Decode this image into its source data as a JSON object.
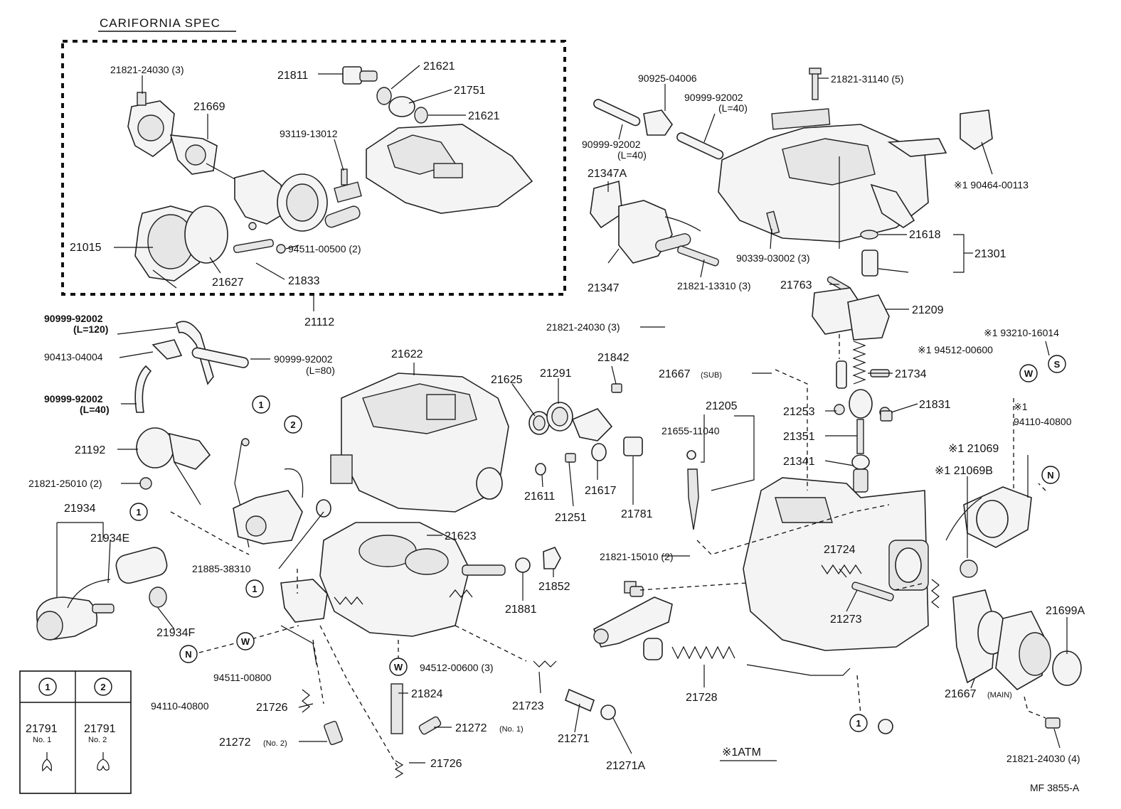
{
  "header": {
    "title": "CARIFORNIA SPEC"
  },
  "footer": {
    "code": "MF  3855-A",
    "note": "※1ATM"
  },
  "symbols": {
    "n": "N",
    "w": "W",
    "s": "S",
    "one": "1",
    "two": "2"
  },
  "callouts": {
    "c21821_24030_3_top": "21821-24030 (3)",
    "c21669": "21669",
    "c21811": "21811",
    "c21621_a": "21621",
    "c21751": "21751",
    "c21621_b": "21621",
    "c93119": "93119-13012",
    "c21015": "21015",
    "c94511_00500": "94511-00500 (2)",
    "c21627": "21627",
    "c21833": "21833",
    "c21112": "21112",
    "c90925": "90925-04006",
    "c90999_a": "90999-92002",
    "c90999_a_len": "(L=40)",
    "c90999_b": "90999-92002",
    "c90999_b_len": "(L=40)",
    "c21821_31140": "21821-31140 (5)",
    "c21347a": "21347A",
    "c21347": "21347",
    "c21821_13310": "21821-13310 (3)",
    "c90339": "90339-03002 (3)",
    "c90464": "※1 90464-00113",
    "c21618": "21618",
    "c21301": "21301",
    "c21763": "21763",
    "c21209": "21209",
    "c90999_120": "90999-92002",
    "c90999_120_len": "(L=120)",
    "c90413": "90413-04004",
    "c90999_80": "90999-92002",
    "c90999_80_len": "(L=80)",
    "c90999_40l": "90999-92002",
    "c90999_40l_len": "(L=40)",
    "c21192": "21192",
    "c21821_25010": "21821-25010 (2)",
    "c21622": "21622",
    "c21625": "21625",
    "c21291": "21291",
    "c21842": "21842",
    "c21821_24030_3_mid": "21821-24030 (3)",
    "c21667_sub": "21667",
    "c21667_sub_tag": "(SUB)",
    "c21734": "21734",
    "c93210": "※1 93210-16014",
    "c94512_600": "※1 94512-00600",
    "c21205": "21205",
    "c21655": "21655-11040",
    "c21253": "21253",
    "c21831": "21831",
    "c21351": "21351",
    "c21341": "21341",
    "c94110_top": "※1",
    "c94110_top_num": "94110-40800",
    "c21069": "※1 21069",
    "c21069b": "※1 21069B",
    "c21611": "21611",
    "c21617": "21617",
    "c21251": "21251",
    "c21781": "21781",
    "c21934": "21934",
    "c21934e": "21934E",
    "c21885": "21885-38310",
    "c21623": "21623",
    "c21852": "21852",
    "c21821_15010": "21821-15010 (2)",
    "c21724": "21724",
    "c21881": "21881",
    "c21273": "21273",
    "c21934f": "21934F",
    "c94511_00800": "94511-00800",
    "c94512_00600_3": "94512-00600 (3)",
    "c21699a": "21699A",
    "c94110_bottom": "94110-40800",
    "c21726_a": "21726",
    "c21824": "21824",
    "c21723": "21723",
    "c21728": "21728",
    "c21667_main": "21667",
    "c21667_main_tag": "(MAIN)",
    "c21272_no1": "21272",
    "c21272_no1_tag": "(No. 1)",
    "c21272_no2": "21272",
    "c21272_no2_tag": "(No. 2)",
    "c21271": "21271",
    "c21726_b": "21726",
    "c21271a": "21271A",
    "c21821_24030_4": "21821-24030 (4)"
  },
  "legend": {
    "col1_part": "21791",
    "col1_no": "No. 1",
    "col2_part": "21791",
    "col2_no": "No. 2"
  }
}
